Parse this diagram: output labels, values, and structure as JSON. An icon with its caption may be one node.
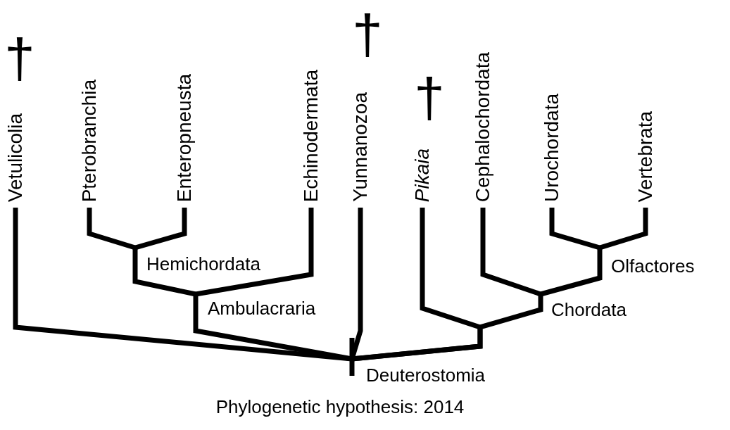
{
  "diagram": {
    "caption": "Phylogenetic hypothesis: 2014",
    "nodes": [
      {
        "text": [
          "Vetulicolia"
        ],
        "beside": [
          "†"
        ]
      },
      {
        "text": [
          "Pterobranchia"
        ]
      },
      {
        "text": [
          "Enteropneusta"
        ]
      },
      {
        "text": [
          "Echinodermata"
        ]
      },
      {
        "text": [
          "Yunnanozoa"
        ],
        "beside": [
          "†"
        ]
      },
      {
        "text": [
          "Pikaia"
        ],
        "beside": [
          "†"
        ]
      },
      {
        "text": [
          "Cephalochordata"
        ]
      },
      {
        "text": [
          "Urochordata"
        ]
      },
      {
        "text": [
          "Vertebrata"
        ]
      },
      {
        "text": [
          "Hemichordata"
        ]
      },
      {
        "text": [
          "Olfactores"
        ]
      },
      {
        "text": [
          "Ambulacraria"
        ]
      },
      {
        "text": [
          "Chordata"
        ]
      },
      {
        "text": [
          "Deuterostomia"
        ]
      }
    ],
    "edges": [
      {
        "from": 13,
        "to": 0,
        "arrow": "none"
      },
      {
        "from": 13,
        "to": 11,
        "arrow": "none"
      },
      {
        "from": 13,
        "to": 4,
        "arrow": "none"
      },
      {
        "from": 13,
        "to": 5,
        "arrow": "none"
      },
      {
        "from": 13,
        "to": 12,
        "arrow": "none"
      },
      {
        "from": 11,
        "to": 9,
        "arrow": "none"
      },
      {
        "from": 11,
        "to": 3,
        "arrow": "none"
      },
      {
        "from": 9,
        "to": 1,
        "arrow": "none"
      },
      {
        "from": 9,
        "to": 2,
        "arrow": "none"
      },
      {
        "from": 12,
        "to": 6,
        "arrow": "none"
      },
      {
        "from": 12,
        "to": 10,
        "arrow": "none"
      },
      {
        "from": 10,
        "to": 7,
        "arrow": "none"
      },
      {
        "from": 10,
        "to": 8,
        "arrow": "none"
      }
    ]
  }
}
